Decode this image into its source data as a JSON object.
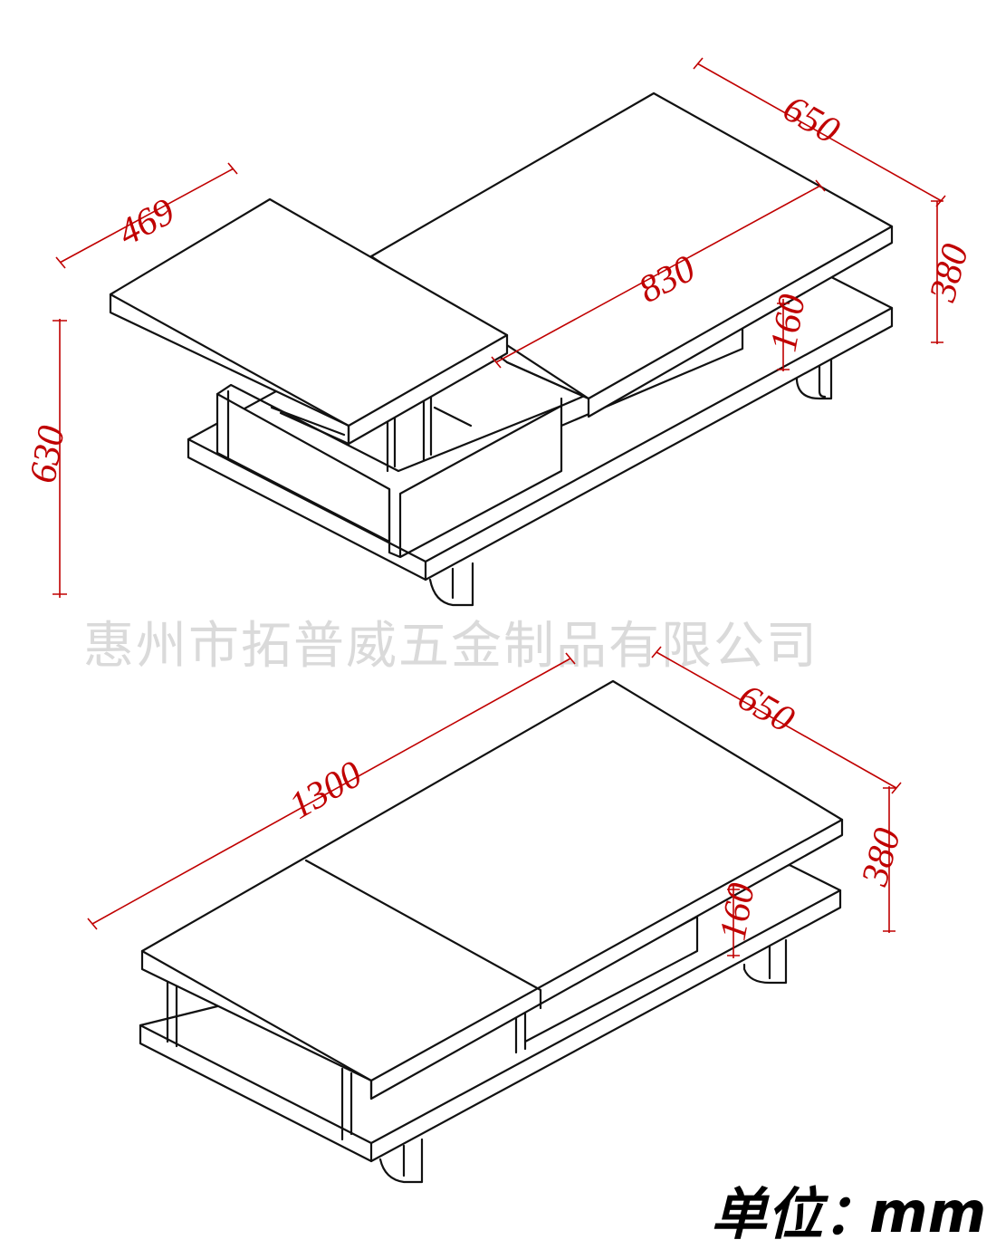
{
  "watermark": "惠州市拓普威五金制品有限公司",
  "unit_label": "单位：",
  "unit_value": "mm",
  "top_view": {
    "dims": {
      "width_top_left": "469",
      "depth_top": "650",
      "length_slide": "830",
      "height_right": "380",
      "drawer_height": "160",
      "lift_height": "630"
    }
  },
  "bottom_view": {
    "dims": {
      "length": "1300",
      "depth": "650",
      "height": "380",
      "drawer_height": "160"
    }
  },
  "colors": {
    "line": "#111111",
    "dimension": "#c00000",
    "watermark": "#dadada"
  }
}
